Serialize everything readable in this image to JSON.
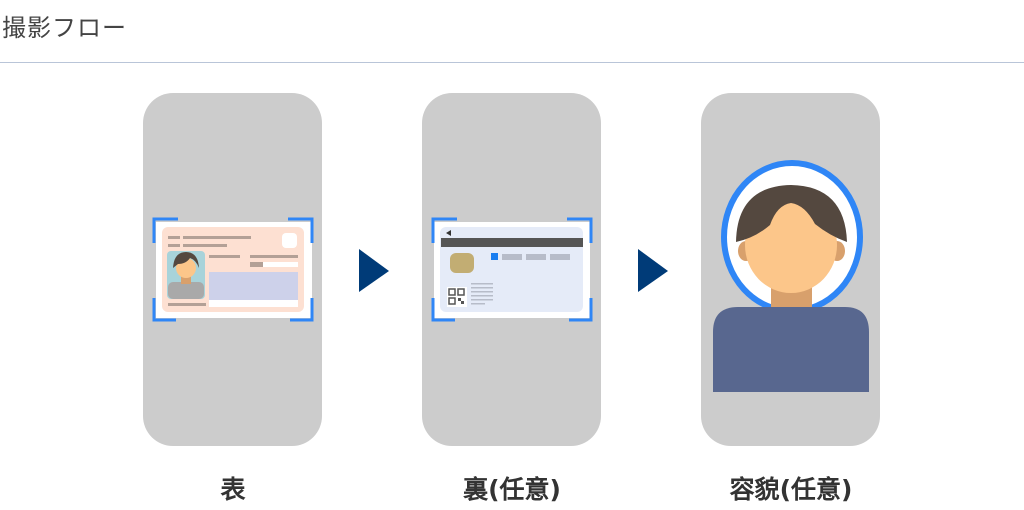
{
  "header": {
    "title": "撮影フロー"
  },
  "steps": [
    {
      "label": "表",
      "illustration": "id-card-front"
    },
    {
      "label": "裏(任意)",
      "illustration": "id-card-back"
    },
    {
      "label": "容貌(任意)",
      "illustration": "face-portrait"
    }
  ],
  "colors": {
    "phone": "#cccccc",
    "frame": "#2f86f6",
    "arrow": "#003b78",
    "shirt": "#58678f",
    "skin": "#fcc68a",
    "hair": "#54483f"
  }
}
